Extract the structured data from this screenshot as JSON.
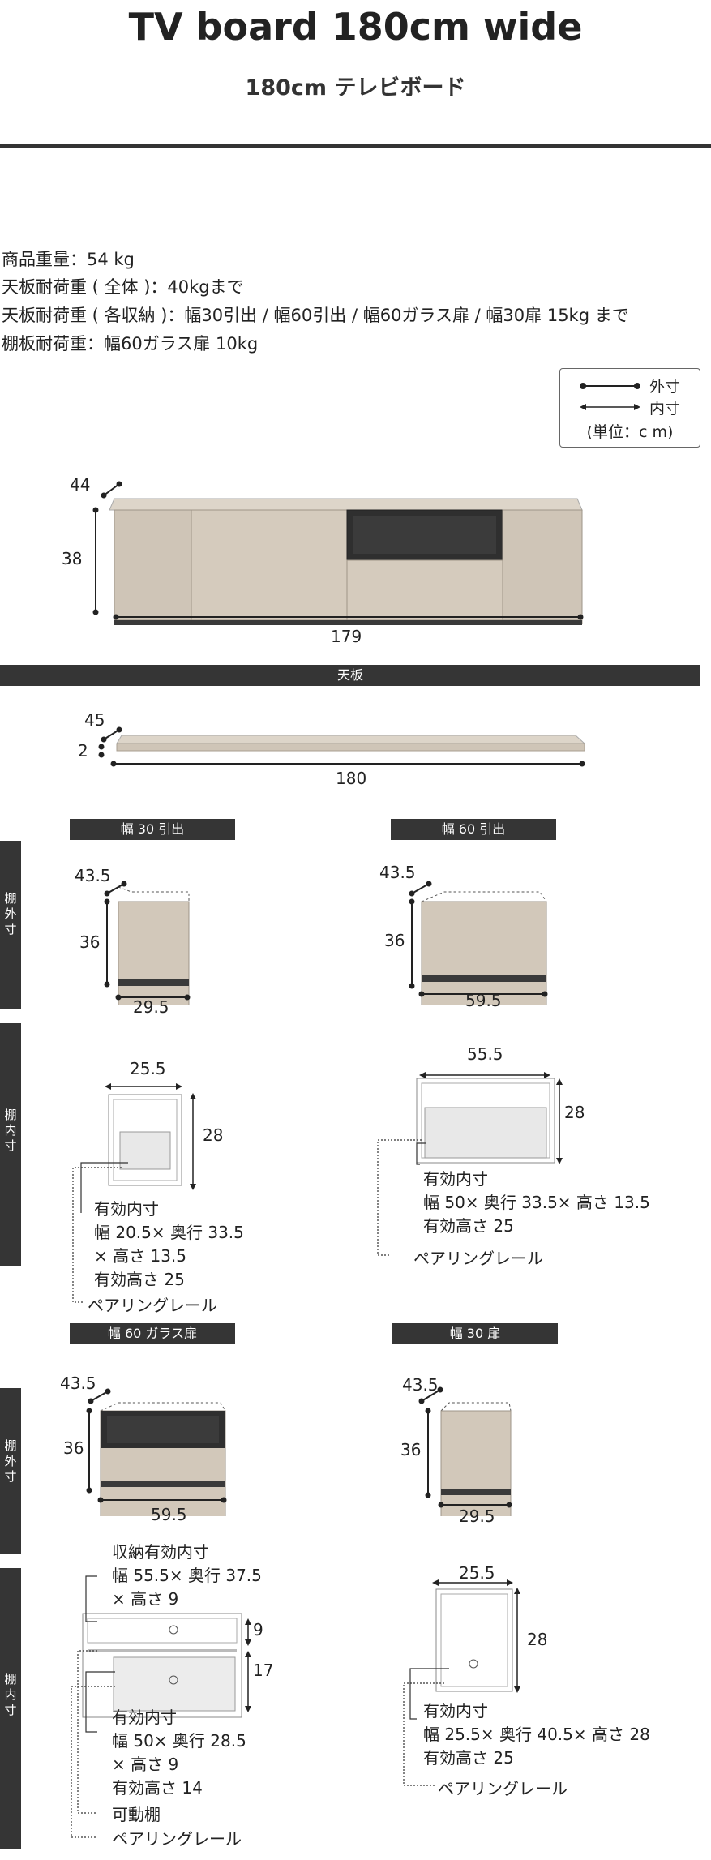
{
  "header": {
    "title": "TV board 180cm wide",
    "subtitle": "180cm テレビボード"
  },
  "specs": [
    "商品重量：54 kg",
    "天板耐荷重 ( 全体 )：40kgまで",
    "天板耐荷重 ( 各収納 )：幅30引出 / 幅60引出 / 幅60ガラス扉 / 幅30扉 15kg まで",
    "棚板耐荷重：幅60ガラス扉 10kg"
  ],
  "legend": {
    "outer": "外寸",
    "inner": "内寸",
    "unit": "(単位：c m)"
  },
  "overall": {
    "depth": "44",
    "height": "38",
    "width": "179"
  },
  "top_board": {
    "label": "天板",
    "depth": "45",
    "thickness": "2",
    "width": "180"
  },
  "w30_drawer": {
    "label": "幅 30 引出",
    "outer": {
      "depth": "43.5",
      "height": "36",
      "width": "29.5"
    },
    "inner": {
      "width": "25.5",
      "height": "28",
      "notes": [
        "有効内寸",
        "幅 20.5× 奥行 33.5",
        "× 高さ 13.5",
        "有効高さ 25"
      ],
      "rail": "ペアリングレール"
    }
  },
  "w60_drawer": {
    "label": "幅 60 引出",
    "outer": {
      "depth": "43.5",
      "height": "36",
      "width": "59.5"
    },
    "inner": {
      "width": "55.5",
      "height": "28",
      "notes": [
        "有効内寸",
        "幅 50× 奥行 33.5× 高さ 13.5",
        "有効高さ 25"
      ],
      "rail": "ペアリングレール"
    }
  },
  "w60_glass": {
    "label": "幅 60 ガラス扉",
    "outer": {
      "depth": "43.5",
      "height": "36",
      "width": "59.5"
    },
    "inner": {
      "upper_notes": [
        "収納有効内寸",
        "幅 55.5× 奥行 37.5",
        "× 高さ 9"
      ],
      "h_upper": "9",
      "h_lower": "17",
      "lower_notes": [
        "有効内寸",
        "幅 50× 奥行 28.5",
        "× 高さ 9",
        "有効高さ 14"
      ],
      "shelf": "可動棚",
      "rail": "ペアリングレール"
    }
  },
  "w30_door": {
    "label": "幅 30 扉",
    "outer": {
      "depth": "43.5",
      "height": "36",
      "width": "29.5"
    },
    "inner": {
      "width": "25.5",
      "height": "28",
      "notes": [
        "有効内寸",
        "幅 25.5× 奥行 40.5× 高さ 28",
        "有効高さ 25"
      ],
      "rail": "ペアリングレール"
    }
  },
  "side_labels": {
    "outer": [
      "棚",
      "外",
      "寸"
    ],
    "inner": [
      "棚",
      "内",
      "寸"
    ]
  },
  "colors": {
    "dark": "#353535",
    "wood": "#d2c8ba",
    "wood_dark": "#b8ad9e",
    "interior": "#ececec"
  }
}
